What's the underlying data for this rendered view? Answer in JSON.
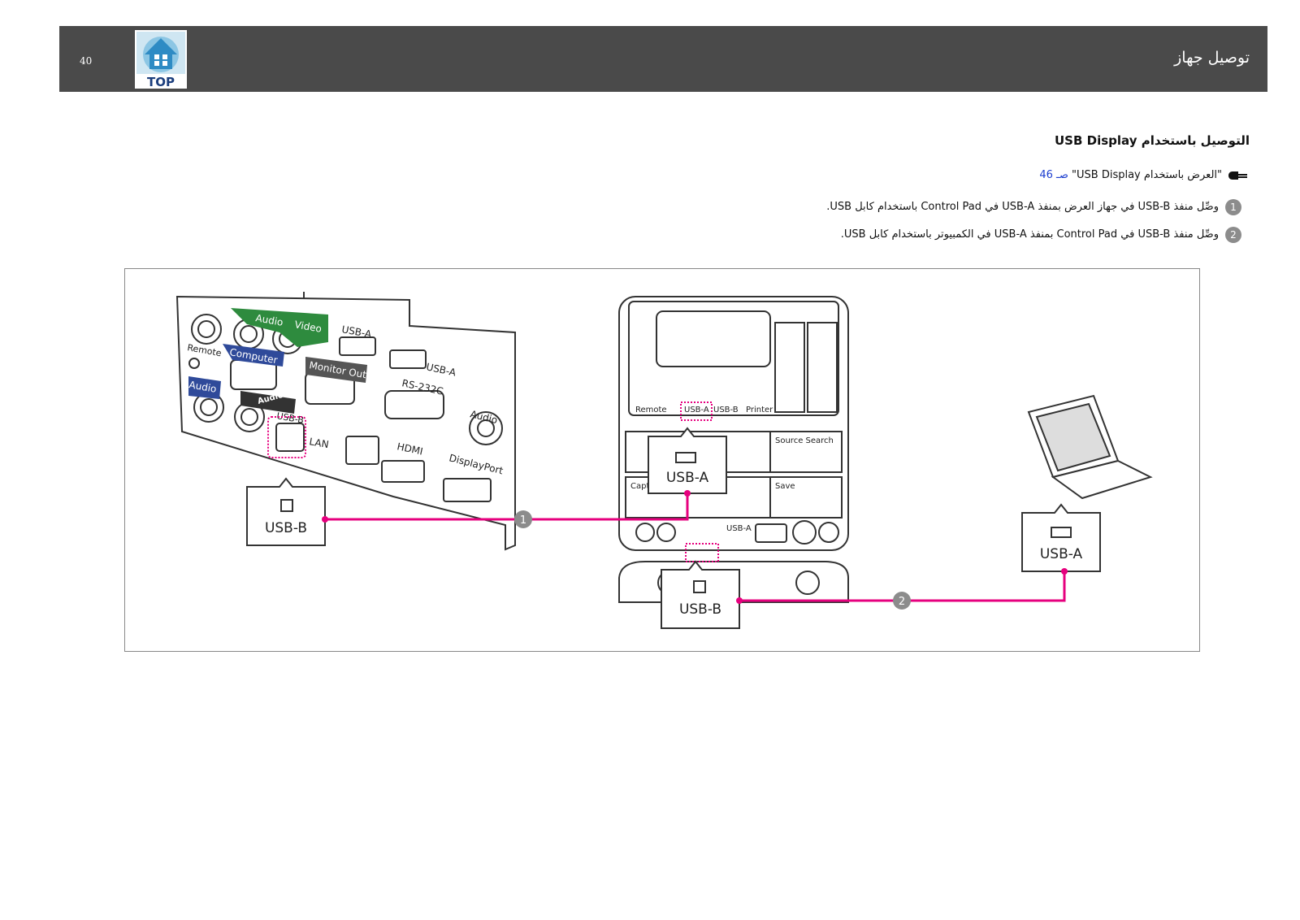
{
  "header": {
    "page_number": "40",
    "title": "توصيل جهاز",
    "top_logo_text": "TOP"
  },
  "section": {
    "title": "التوصيل باستخدام USB Display"
  },
  "reference": {
    "text": "\"العرض باستخدام USB Display\"",
    "link_text": "صـ 46",
    "icon": "pointing-hand-icon"
  },
  "steps": [
    {
      "number": "1",
      "text": "وصِّل منفذ USB-B في جهاز العرض بمنفذ USB-A في Control Pad باستخدام كابل USB."
    },
    {
      "number": "2",
      "text": "وصِّل منفذ USB-B في Control Pad بمنفذ USB-A في الكمبيوتر باستخدام كابل USB."
    }
  ],
  "figure": {
    "accent_color": "#e6007e",
    "callout_projector": "USB-B",
    "callout_pad_top": "USB-A",
    "callout_pad_bottom": "USB-B",
    "callout_laptop": "USB-A",
    "marker_1": "1",
    "marker_2": "2",
    "projector_ports": {
      "audio": "Audio",
      "video": "Video",
      "usb_a_1": "USB-A",
      "usb_a_2": "USB-A",
      "remote": "Remote",
      "computer": "Computer",
      "monitor_out": "Monitor Out",
      "rs232c": "RS-232C",
      "audio_left": "Audio",
      "audio_out": "Audio Out",
      "usb_b": "USB-B",
      "lan": "LAN",
      "hdmi": "HDMI",
      "audio_right": "Audio",
      "displayport": "DisplayPort"
    },
    "control_pad": {
      "remote": "Remote",
      "usb_a": "USB-A",
      "usb_b": "USB-B",
      "printer": "Printer",
      "source_search": "Source Search",
      "capture": "Capture",
      "save": "Save",
      "usb_a_front": "USB-A"
    }
  }
}
